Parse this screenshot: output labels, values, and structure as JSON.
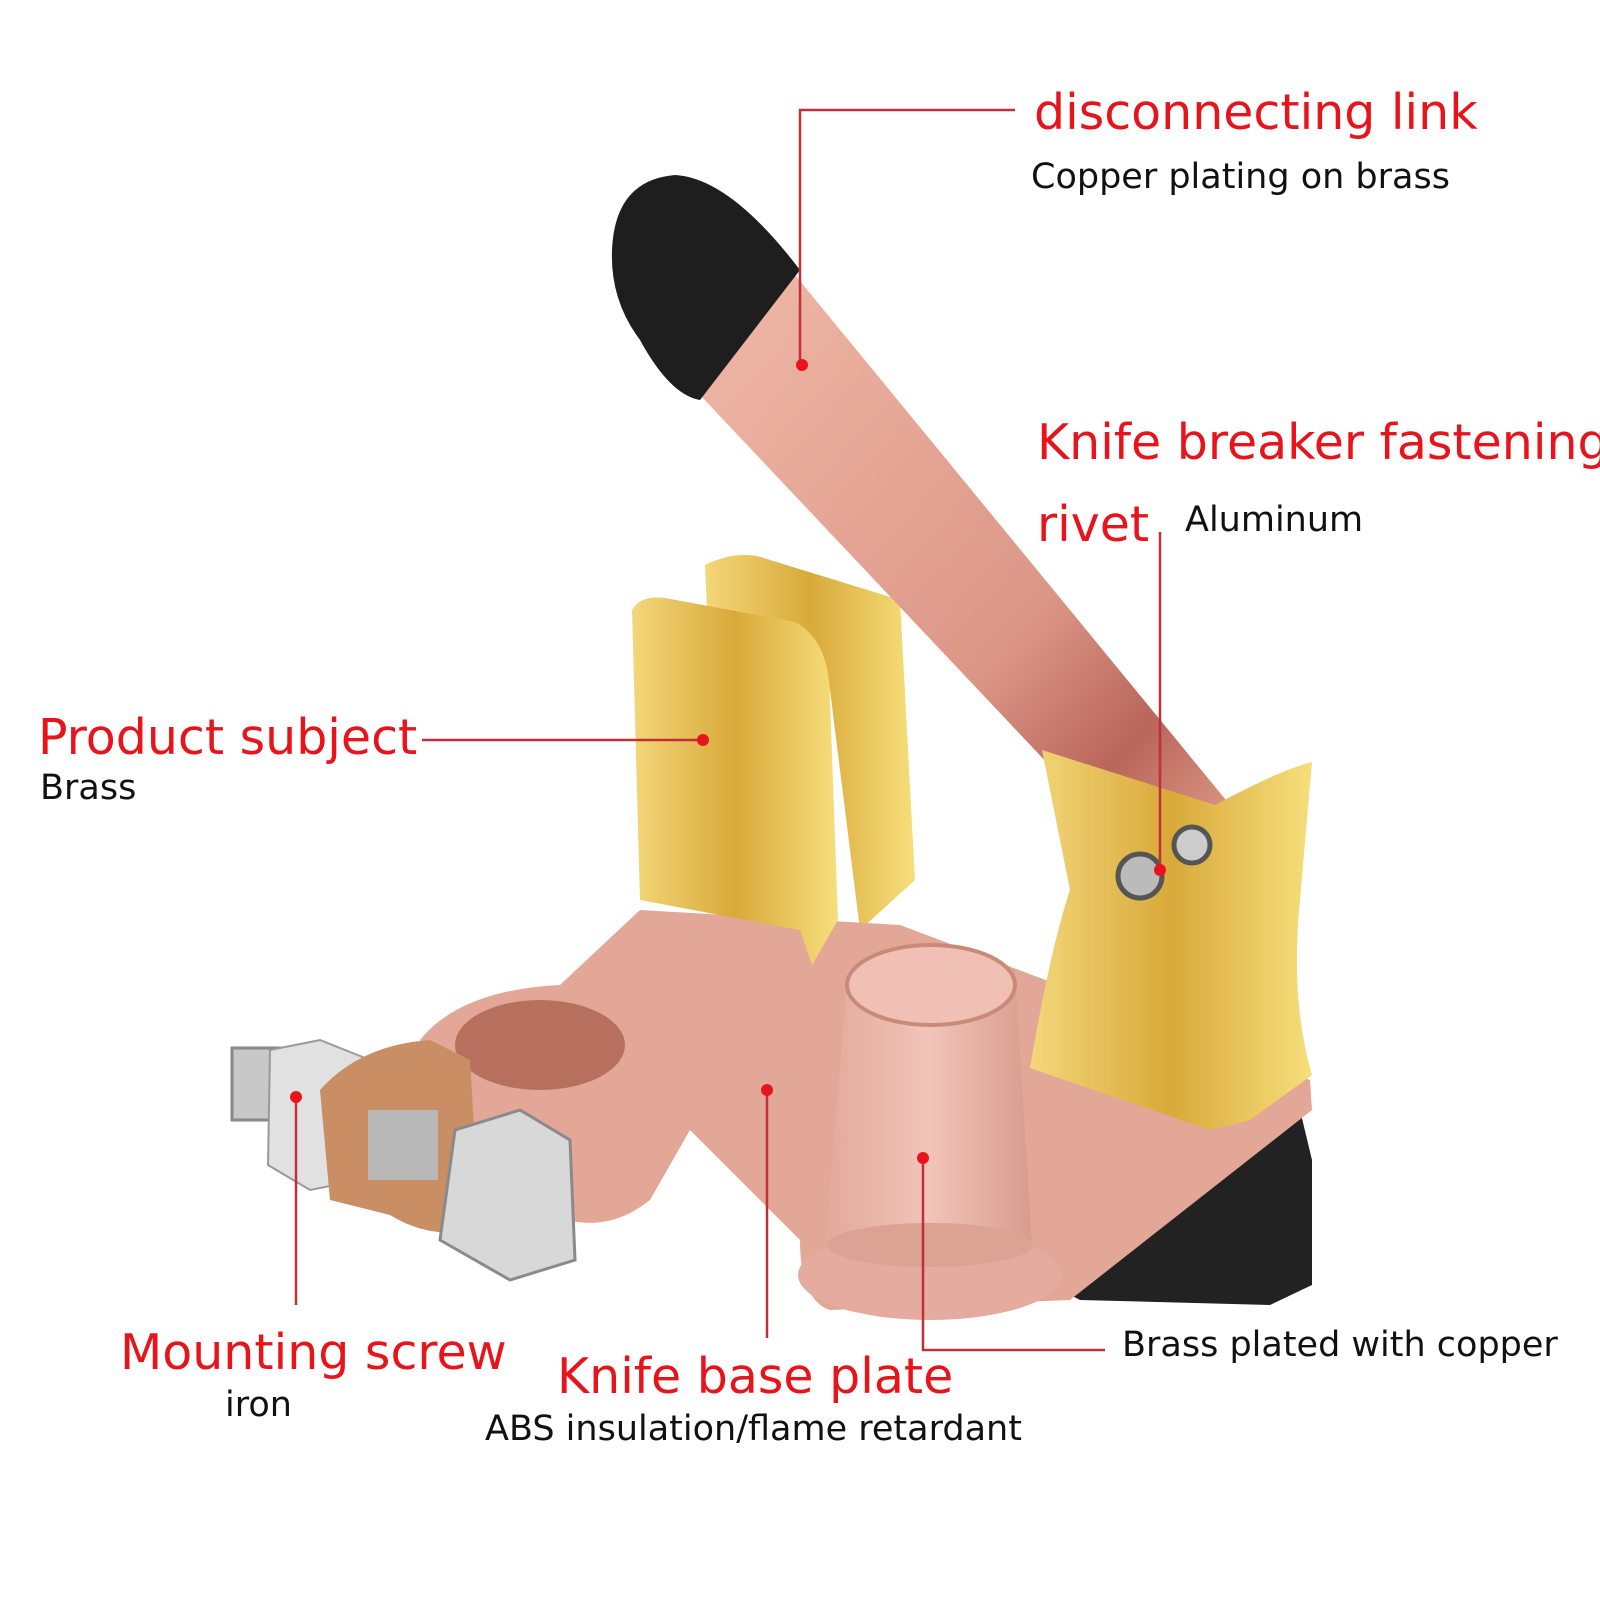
{
  "labels": {
    "disconnecting_link": {
      "title": "disconnecting link",
      "material": "Copper plating on brass"
    },
    "rivet": {
      "title_line1": "Knife breaker fastening",
      "title_line2": "rivet",
      "material": "Aluminum"
    },
    "product_subject": {
      "title": "Product subject",
      "material": "Brass"
    },
    "mounting_screw": {
      "title": "Mounting screw",
      "material": "iron"
    },
    "knife_base_plate": {
      "title": "Knife base plate",
      "material": "ABS insulation/flame retardant"
    },
    "terminal_post": {
      "material": "Brass plated with copper"
    }
  },
  "colors": {
    "accent": "#e8141c",
    "leader": "#c0303a",
    "copper": "#e3a799",
    "gold": "#e0b84a",
    "black": "#1e1e1e"
  }
}
